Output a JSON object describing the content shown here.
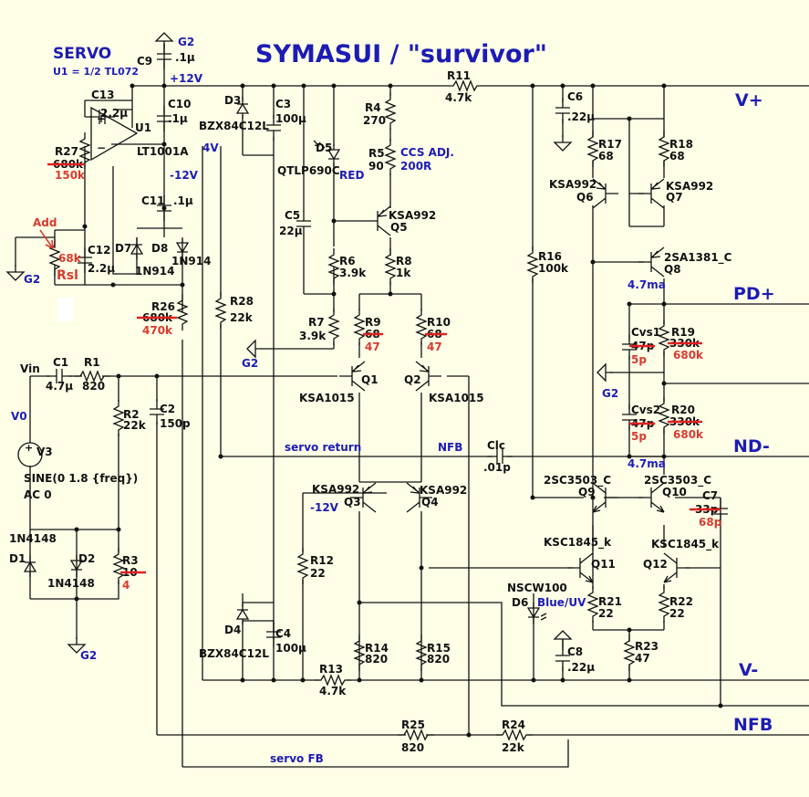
{
  "title": "SYMASUI / \"survivor\"",
  "servo": {
    "title": "SERVO",
    "note": "U1 = 1/2 TL072"
  },
  "rails": {
    "vplus": "V+",
    "vminus": "V-",
    "pdplus": "PD+",
    "ndminus": "ND-",
    "nfb": "NFB"
  },
  "nets": {
    "g2": "G2",
    "plus12": "+12V",
    "minus12a": "-12V",
    "minus12b": "-12V",
    "vin": "Vin",
    "v0": "V0",
    "servo_return": "servo return",
    "servo_fb": "servo FB",
    "nfb_small": "NFB",
    "fourv": "4V",
    "ma1": "4.7ma",
    "ma2": "4.7ma"
  },
  "notes": {
    "ccs": "CCS ADJ.",
    "ccs_val": "200R",
    "red": "RED",
    "blueuv": "Blue/UV",
    "add": "Add",
    "rsl": "Rsl"
  },
  "src": {
    "name": "V3",
    "func": "SINE(0 1.8 {freq})",
    "ac": "AC 0"
  },
  "parts": {
    "C9": {
      "n": "C9",
      "v": ".1µ"
    },
    "C10": {
      "n": "C10",
      "v": ".1µ"
    },
    "C11": {
      "n": "C11",
      "v": ".1µ"
    },
    "C13": {
      "n": "C13",
      "v": "2.2µ"
    },
    "C12": {
      "n": "C12",
      "v": "2.2µ"
    },
    "C3": {
      "n": "C3",
      "v": "100µ"
    },
    "C4": {
      "n": "C4",
      "v": "100µ"
    },
    "C5": {
      "n": "C5",
      "v": "22µ"
    },
    "C6": {
      "n": "C6",
      "v": ".22µ"
    },
    "C8": {
      "n": "C8",
      "v": ".22µ"
    },
    "C1": {
      "n": "C1",
      "v": "4.7µ"
    },
    "C2": {
      "n": "C2",
      "v": "150p"
    },
    "Clc": {
      "n": "Clc",
      "v": ".01p"
    },
    "Cvs1": {
      "n": "Cvs1",
      "v": "47p",
      "nv": "5p"
    },
    "Cvs2": {
      "n": "Cvs2",
      "v": "47p",
      "nv": "5p"
    },
    "C7": {
      "n": "C7",
      "v": "33p",
      "nv": "68p"
    },
    "R27": {
      "n": "R27",
      "v": "680k",
      "nv": "150k"
    },
    "R26": {
      "n": "R26",
      "v": "680k",
      "nv": "470k"
    },
    "Rsl": {
      "v": "68k"
    },
    "R28": {
      "n": "R28",
      "v": "22k"
    },
    "R4": {
      "n": "R4",
      "v": "270"
    },
    "R5": {
      "n": "R5",
      "v": "90"
    },
    "R6": {
      "n": "R6",
      "v": "3.9k"
    },
    "R7": {
      "n": "R7",
      "v": "3.9k"
    },
    "R8": {
      "n": "R8",
      "v": "1k"
    },
    "R9": {
      "n": "R9",
      "v": "68",
      "nv": "47"
    },
    "R10": {
      "n": "R10",
      "v": "68",
      "nv": "47"
    },
    "R11": {
      "n": "R11",
      "v": "4.7k"
    },
    "R1": {
      "n": "R1",
      "v": "820"
    },
    "R2": {
      "n": "R2",
      "v": "22k"
    },
    "R3": {
      "n": "R3",
      "v": "10",
      "nv": "4"
    },
    "R12": {
      "n": "R12",
      "v": "22"
    },
    "R13": {
      "n": "R13",
      "v": "4.7k"
    },
    "R14": {
      "n": "R14",
      "v": "820"
    },
    "R15": {
      "n": "R15",
      "v": "820"
    },
    "R16": {
      "n": "R16",
      "v": "100k"
    },
    "R17": {
      "n": "R17",
      "v": "68"
    },
    "R18": {
      "n": "R18",
      "v": "68"
    },
    "R19": {
      "n": "R19",
      "v": "330k",
      "nv": "680k"
    },
    "R20": {
      "n": "R20",
      "v": "330k",
      "nv": "680k"
    },
    "R21": {
      "n": "R21",
      "v": "22"
    },
    "R22": {
      "n": "R22",
      "v": "22"
    },
    "R23": {
      "n": "R23",
      "v": "47"
    },
    "R24": {
      "n": "R24",
      "v": "22k"
    },
    "R25": {
      "n": "R25",
      "v": "820"
    },
    "U1": {
      "n": "U1",
      "v": "LT1001A"
    },
    "D3": {
      "n": "D3",
      "v": "BZX84C12L"
    },
    "D4": {
      "n": "D4",
      "v": "BZX84C12L"
    },
    "D5": {
      "n": "D5",
      "v": "QTLP690C"
    },
    "D6": {
      "n": "D6",
      "v": "NSCW100"
    },
    "D7": {
      "n": "D7",
      "v": "1N914"
    },
    "D8": {
      "n": "D8",
      "v": "1N914"
    },
    "D1": {
      "n": "D1",
      "v": "1N4148"
    },
    "D2": {
      "n": "D2",
      "v": "1N4148"
    },
    "Q1": {
      "n": "Q1",
      "v": "KSA1015"
    },
    "Q2": {
      "n": "Q2",
      "v": "KSA1015"
    },
    "Q3": {
      "n": "Q3",
      "v": "KSA992"
    },
    "Q4": {
      "n": "Q4",
      "v": "KSA992"
    },
    "Q5": {
      "n": "Q5",
      "v": "KSA992"
    },
    "Q6": {
      "n": "Q6",
      "v": "KSA992"
    },
    "Q7": {
      "n": "Q7",
      "v": "KSA992"
    },
    "Q8": {
      "n": "Q8",
      "v": "2SA1381_C"
    },
    "Q9": {
      "n": "Q9",
      "v": "2SC3503_C"
    },
    "Q10": {
      "n": "Q10",
      "v": "2SC3503_C"
    },
    "Q11": {
      "n": "Q11",
      "v": "KSC1845_k"
    },
    "Q12": {
      "n": "Q12",
      "v": "KSC1845_k"
    }
  },
  "colors": {
    "background": "#ffffe8",
    "wire": "#111111",
    "label_blue": "#1c1cb4",
    "label_red": "#d93a2e"
  }
}
